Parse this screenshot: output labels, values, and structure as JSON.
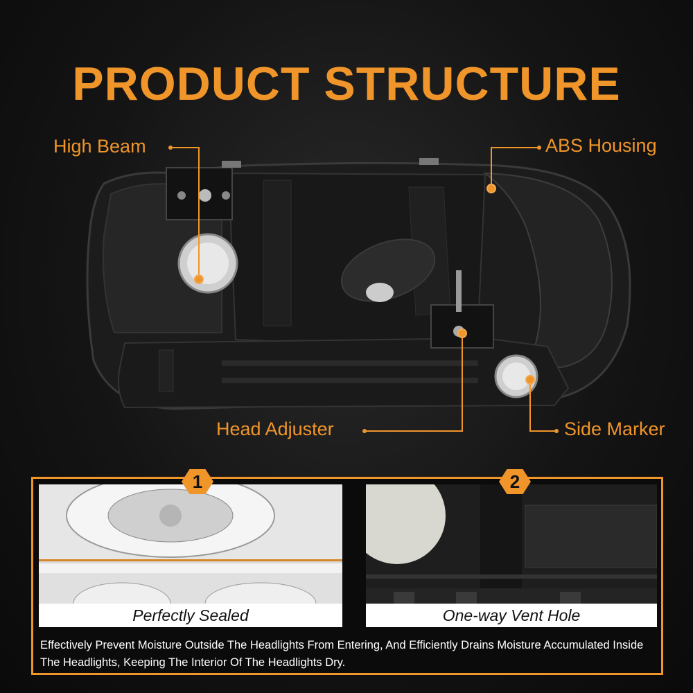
{
  "title": "PRODUCT STRUCTURE",
  "callouts": {
    "high_beam": "High Beam",
    "abs_housing": "ABS Housing",
    "head_adjuster": "Head Adjuster",
    "side_marker": "Side Marker"
  },
  "features": [
    {
      "number": "1",
      "caption": "Perfectly Sealed"
    },
    {
      "number": "2",
      "caption": "One-way Vent Hole"
    }
  ],
  "description": "Effectively Prevent Moisture Outside The Headlights From Entering, And Efficiently Drains Moisture Accumulated Inside The Headlights, Keeping The Interior Of The Headlights Dry.",
  "colors": {
    "accent": "#f0952a",
    "background": "#141414"
  }
}
